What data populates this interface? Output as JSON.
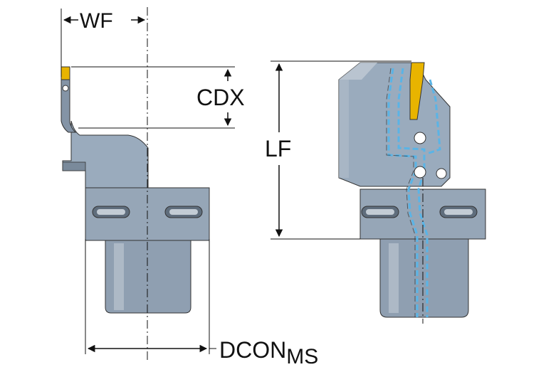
{
  "labels": {
    "wf": "WF",
    "cdx": "CDX",
    "lf": "LF",
    "dcon": "DCON",
    "dcon_subscript": "MS"
  },
  "colors": {
    "body": "#8c9cae",
    "body_light": "#b4c0cc",
    "body_dark": "#5d6b7a",
    "insert": "#e8b400",
    "coolant": "#5ab4e6",
    "line": "#111111"
  }
}
